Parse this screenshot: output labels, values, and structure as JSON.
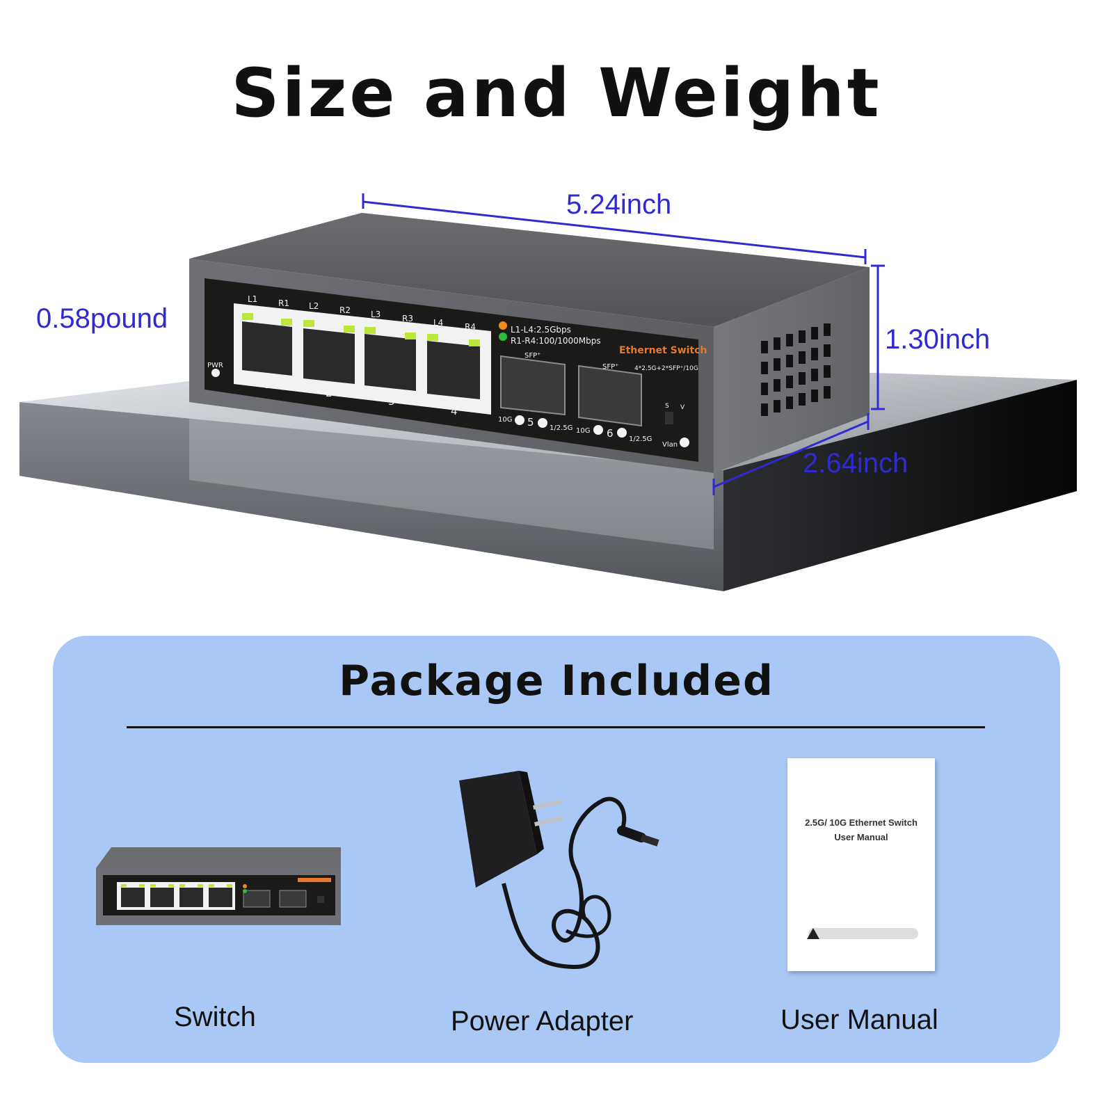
{
  "title": "Size and Weight",
  "dimensions": {
    "length": "5.24inch",
    "height": "1.30inch",
    "depth": "2.64inch",
    "weight": "0.58pound"
  },
  "switch_panel": {
    "led_labels": [
      "L1",
      "R1",
      "L2",
      "R2",
      "L3",
      "R3",
      "L4",
      "R4"
    ],
    "port_numbers": [
      "1",
      "2",
      "3",
      "4"
    ],
    "pwr_label": "PWR",
    "legend_orange": "L1-L4:2.5Gbps",
    "legend_green": "R1-R4:100/1000Mbps",
    "brand": "Ethernet Switch",
    "spec": "4*2.5G+2*SFP⁺/10G",
    "sfp_label": "SFP⁺",
    "sfp5_left": "10G",
    "sfp5_num": "5",
    "sfp5_right": "1/2.5G",
    "sfp6_left": "10G",
    "sfp6_num": "6",
    "sfp6_right": "1/2.5G",
    "switch_s": "S",
    "switch_v": "V",
    "vlan_label": "Vlan"
  },
  "colors": {
    "dimension_text": "#2f2bd1",
    "panel_bg": "#a9c8f5",
    "led_orange": "#f28a1c",
    "led_green": "#2dbb3a",
    "brand_orange": "#e8782a"
  },
  "package": {
    "title": "Package Included",
    "items": [
      {
        "label": "Switch",
        "icon": "switch-image"
      },
      {
        "label": "Power Adapter",
        "icon": "power-adapter-image"
      },
      {
        "label": "User Manual",
        "icon": "user-manual-image"
      }
    ],
    "manual_title_line1": "2.5G/ 10G Ethernet Switch",
    "manual_title_line2": "User Manual"
  }
}
